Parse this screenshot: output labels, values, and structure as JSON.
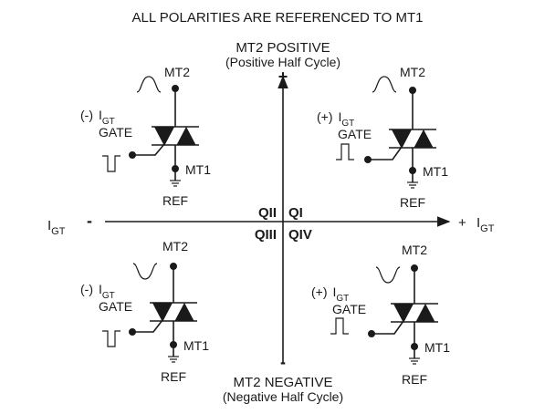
{
  "header": {
    "title": "ALL POLARITIES ARE REFERENCED TO MT1"
  },
  "axes": {
    "top_label": "MT2 POSITIVE",
    "top_sublabel": "(Positive Half Cycle)",
    "top_sign": "+",
    "bottom_label": "MT2 NEGATIVE",
    "bottom_sublabel": "(Negative Half Cycle)",
    "bottom_sign": "-",
    "left_label": "I",
    "left_subscript": "GT",
    "left_sign": "-",
    "right_sign": "+",
    "right_label": "I",
    "right_subscript": "GT"
  },
  "quadrants": {
    "q1": "QI",
    "q2": "QII",
    "q3": "QIII",
    "q4": "QIV"
  },
  "circuits": {
    "q2": {
      "mt2": "MT2",
      "mt1": "MT1",
      "ref": "REF",
      "gate": "GATE",
      "igt_sign": "(-)",
      "igt": "I",
      "igt_sub": "GT"
    },
    "q1": {
      "mt2": "MT2",
      "mt1": "MT1",
      "ref": "REF",
      "gate": "GATE",
      "igt_sign": "(+)",
      "igt": "I",
      "igt_sub": "GT"
    },
    "q3": {
      "mt2": "MT2",
      "mt1": "MT1",
      "ref": "REF",
      "gate": "GATE",
      "igt_sign": "(-)",
      "igt": "I",
      "igt_sub": "GT"
    },
    "q4": {
      "mt2": "MT2",
      "mt1": "MT1",
      "ref": "REF",
      "gate": "GATE",
      "igt_sign": "(+)",
      "igt": "I",
      "igt_sub": "GT"
    }
  }
}
